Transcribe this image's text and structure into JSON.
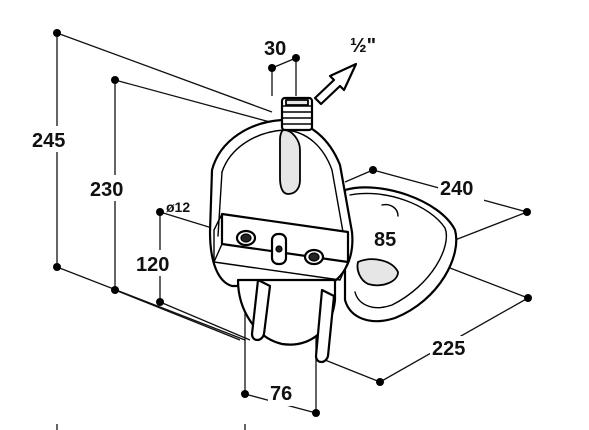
{
  "dimensions": {
    "overall_height": "245",
    "body_height": "230",
    "mount_height": "120",
    "hole_diameter": "ø12",
    "inlet_width": "30",
    "thread_size": "½\"",
    "bowl_width": "240",
    "bowl_depth": "85",
    "overall_depth": "225",
    "hole_spacing": "76"
  },
  "colors": {
    "line": "#000000",
    "fill": "#ffffff",
    "shade": "#e6e6e6"
  }
}
